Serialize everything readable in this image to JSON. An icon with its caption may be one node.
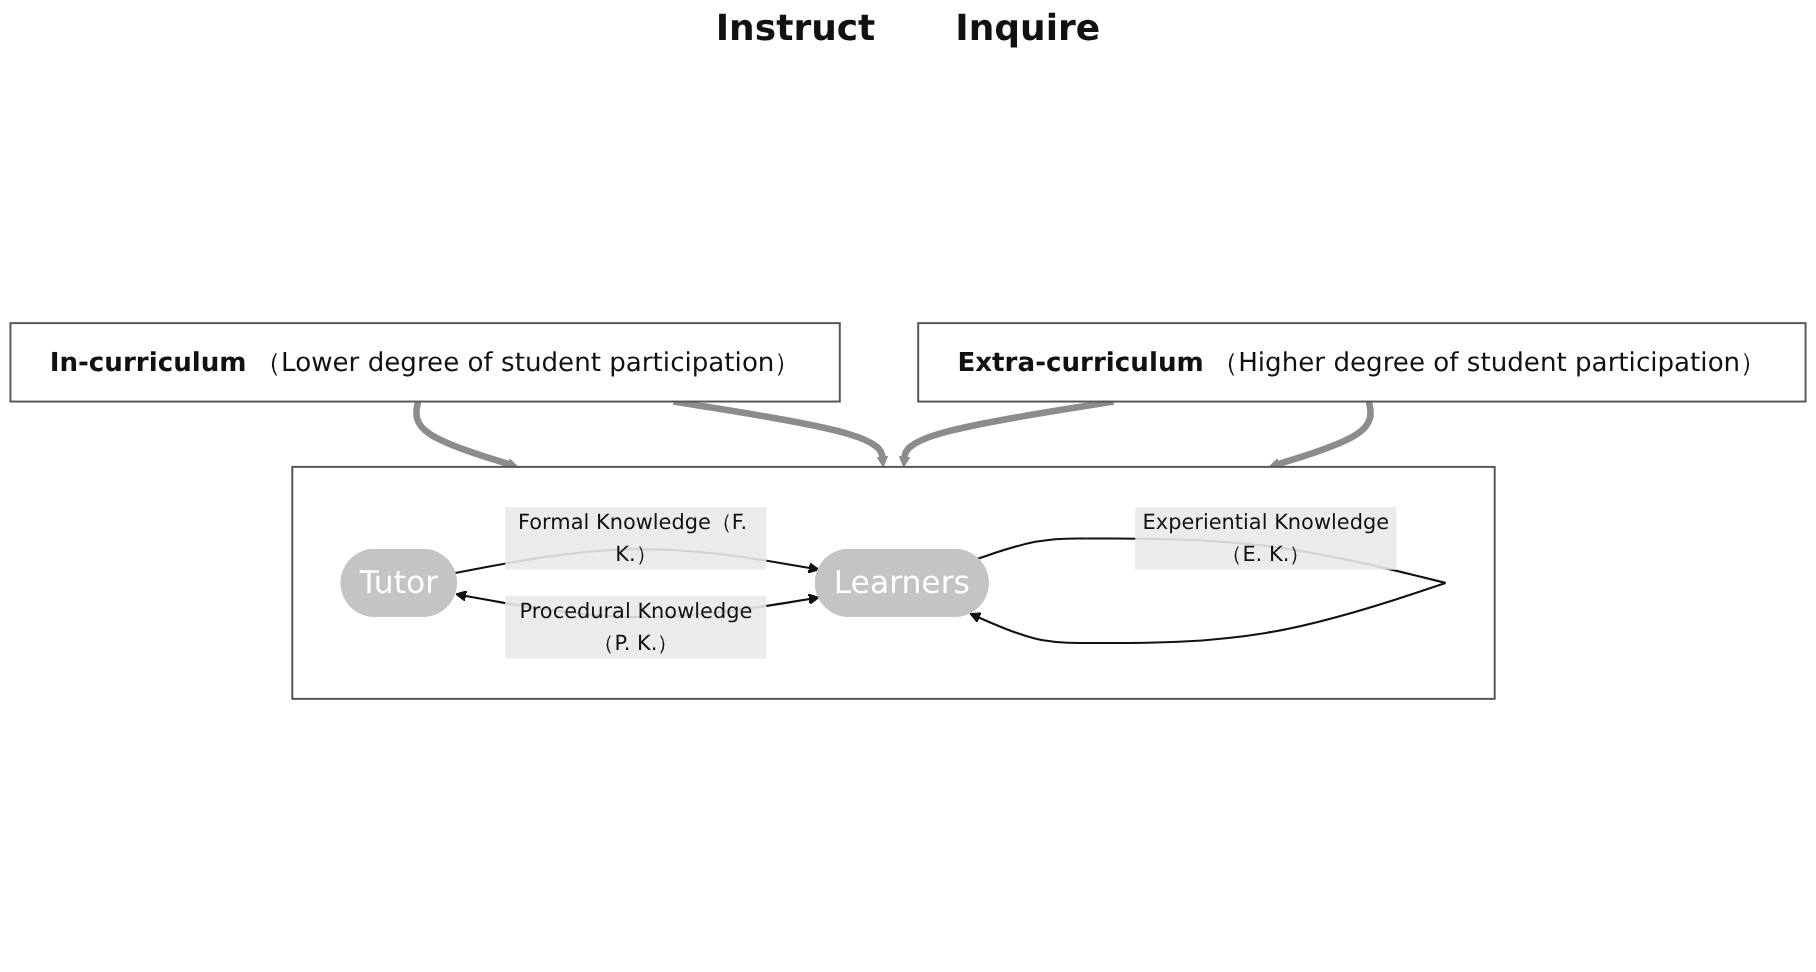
{
  "diagram": {
    "nodes": [
      {
        "text": [
          "In-curriculum",
          "（Lower degree of student participation）"
        ]
      },
      {
        "text": [],
        "shape": "box"
      },
      {
        "text": [
          "Tutor"
        ],
        "in": 1
      },
      {
        "text": [
          "Learners"
        ],
        "in": 1
      },
      {
        "text": [
          "Extra-curriculum",
          "（Higher degree of student participation）"
        ]
      }
    ],
    "edges": [
      {
        "from": 0,
        "to": 1,
        "arrow": "to"
      },
      {
        "from": 0,
        "to": 1,
        "arrow": "to"
      },
      {
        "from": 2,
        "to": 3,
        "arrow": "to",
        "label": "Formal Knowledge（F. K.）",
        "color": "#111111"
      },
      {
        "from": 2,
        "to": 3,
        "arrow": "both",
        "label": "Procedural Knowledge（P. K.）",
        "color": "#111111"
      },
      {
        "from": 3,
        "to": 3,
        "arrow": "to",
        "label": "Experiential Knowledge（E. K.）",
        "color": "#111111"
      },
      {
        "from": 4,
        "to": 1,
        "arrow": "to"
      },
      {
        "from": 4,
        "to": 1,
        "arrow": "to"
      }
    ],
    "labels": [
      "Instruct",
      "Inquire"
    ]
  }
}
